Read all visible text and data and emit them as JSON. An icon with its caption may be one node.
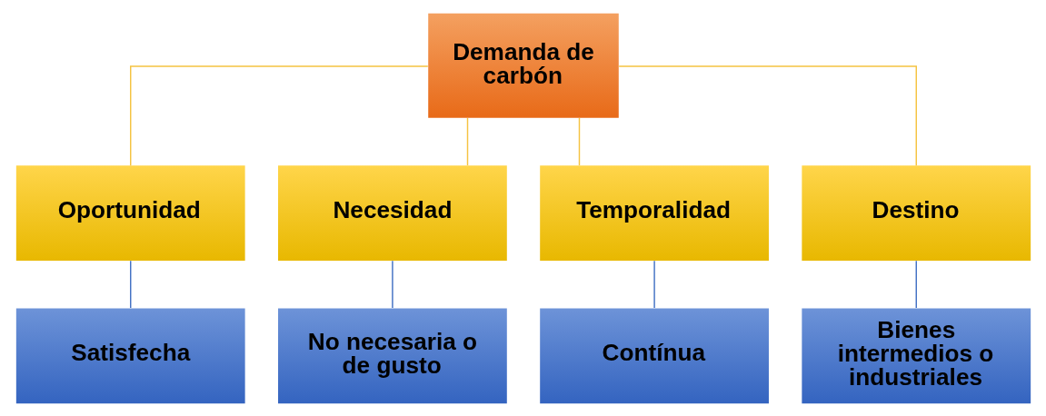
{
  "diagram": {
    "nodes": [
      {
        "text": [
          "Demanda de carbón"
        ]
      },
      {
        "text": [
          "Oportunidad"
        ]
      },
      {
        "text": [
          "Necesidad"
        ]
      },
      {
        "text": [
          "Temporalidad"
        ]
      },
      {
        "text": [
          "Destino"
        ]
      },
      {
        "text": [
          "Satisfecha"
        ]
      },
      {
        "text": [
          "No necesaria o de gusto"
        ]
      },
      {
        "text": [
          "Contínua"
        ]
      },
      {
        "text": [
          "Bienes intermedios o industriales"
        ]
      }
    ],
    "edges": [
      {
        "from": 0,
        "to": 1,
        "arrow": "none",
        "color": "#f5c342"
      },
      {
        "from": 0,
        "to": 2,
        "arrow": "none",
        "color": "#f5c342"
      },
      {
        "from": 0,
        "to": 3,
        "arrow": "none",
        "color": "#f5c342"
      },
      {
        "from": 0,
        "to": 4,
        "arrow": "none",
        "color": "#f5c342"
      },
      {
        "from": 1,
        "to": 5,
        "arrow": "none",
        "color": "#4472c4"
      },
      {
        "from": 2,
        "to": 6,
        "arrow": "none",
        "color": "#4472c4"
      },
      {
        "from": 3,
        "to": 7,
        "arrow": "none",
        "color": "#4472c4"
      },
      {
        "from": 4,
        "to": 8,
        "arrow": "none",
        "color": "#4472c4"
      }
    ]
  }
}
